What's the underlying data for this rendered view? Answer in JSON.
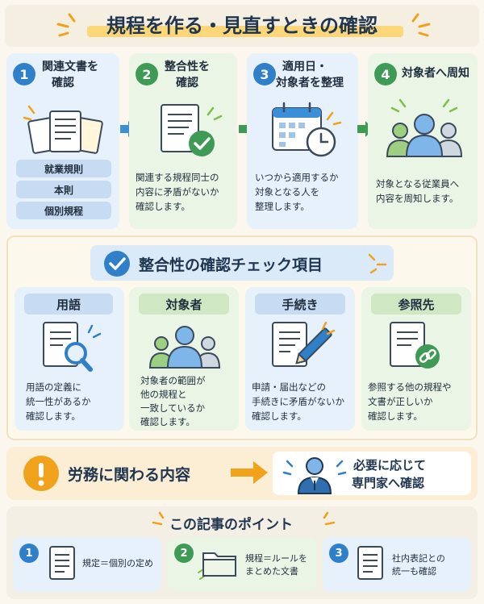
{
  "title": "規程を作る・見直すときの確認",
  "steps": [
    {
      "num": "1",
      "title_line1": "関連文書を",
      "title_line2": "確認",
      "tags": [
        "就業規則",
        "本則",
        "個別規程"
      ]
    },
    {
      "num": "2",
      "title_line1": "整合性を",
      "title_line2": "確認",
      "desc_line1": "関連する規程同士の",
      "desc_line2": "内容に矛盾がないか",
      "desc_line3": "確認します。"
    },
    {
      "num": "3",
      "title_line1": "適用日・",
      "title_line2": "対象者を整理",
      "desc_line1": "いつから適用するか",
      "desc_line2": "対象となる人を",
      "desc_line3": "整理します。"
    },
    {
      "num": "4",
      "title_line1": "対象者へ周知",
      "desc_line1": "対象となる従業員へ",
      "desc_line2": "内容を周知します。"
    }
  ],
  "check": {
    "heading": "整合性の確認チェック項目",
    "items": [
      {
        "label": "用語",
        "desc_line1": "用語の定義に",
        "desc_line2": "統一性があるか",
        "desc_line3": "確認します。"
      },
      {
        "label": "対象者",
        "desc_line1": "対象者の範囲が",
        "desc_line2": "他の規程と",
        "desc_line3": "一致しているか",
        "desc_line4": "確認します。"
      },
      {
        "label": "手続き",
        "desc_line1": "申請・届出などの",
        "desc_line2": "手続きに矛盾がないか",
        "desc_line3": "確認します。"
      },
      {
        "label": "参照先",
        "desc_line1": "参照する他の規程や",
        "desc_line2": "文書が正しいか",
        "desc_line3": "確認します。"
      }
    ]
  },
  "labor": {
    "text": "労務に関わる内容",
    "result_line1": "必要に応じて",
    "result_line2": "専門家へ確認"
  },
  "points": {
    "heading": "この記事のポイント",
    "items": [
      {
        "num": "1",
        "line1": "規定＝個別の定め"
      },
      {
        "num": "2",
        "line1": "規程＝ルールを",
        "line2": "まとめた文書"
      },
      {
        "num": "3",
        "line1": "社内表記との",
        "line2": "統一も確認"
      }
    ]
  },
  "colors": {
    "blue": "#2f80c9",
    "green": "#3f9a55",
    "orange": "#f0a31a"
  }
}
